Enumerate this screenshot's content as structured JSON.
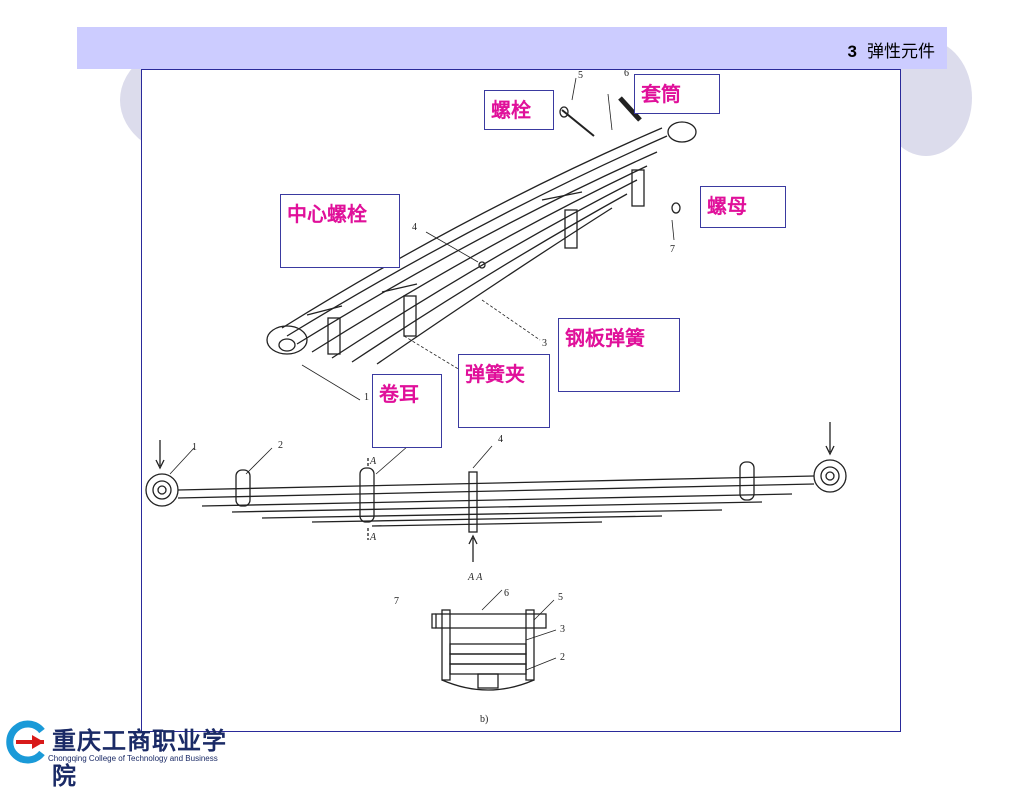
{
  "header": {
    "chapter_number": "3",
    "chapter_title": "弹性元件"
  },
  "callouts": {
    "bolt": "螺栓",
    "sleeve": "套筒",
    "nut": "螺母",
    "center_bolt": "中心螺栓",
    "leaf_spring": "钢板弹簧",
    "spring_clip": "弹簧夹",
    "spring_eye": "卷耳"
  },
  "figure_labels": {
    "n1": "1",
    "n2": "2",
    "n3": "3",
    "n4": "4",
    "n5": "5",
    "n6": "6",
    "n7": "7",
    "section_a": "A",
    "section_aa": "A  A",
    "caption_b": "b)"
  },
  "logo": {
    "name_cn": "重庆工商职业学院",
    "name_en": "Chongqing College of Technology and Business"
  },
  "colors": {
    "header_bg": "#ccccff",
    "callout_text": "#e0109a",
    "frame_border": "#2a2a9a"
  }
}
